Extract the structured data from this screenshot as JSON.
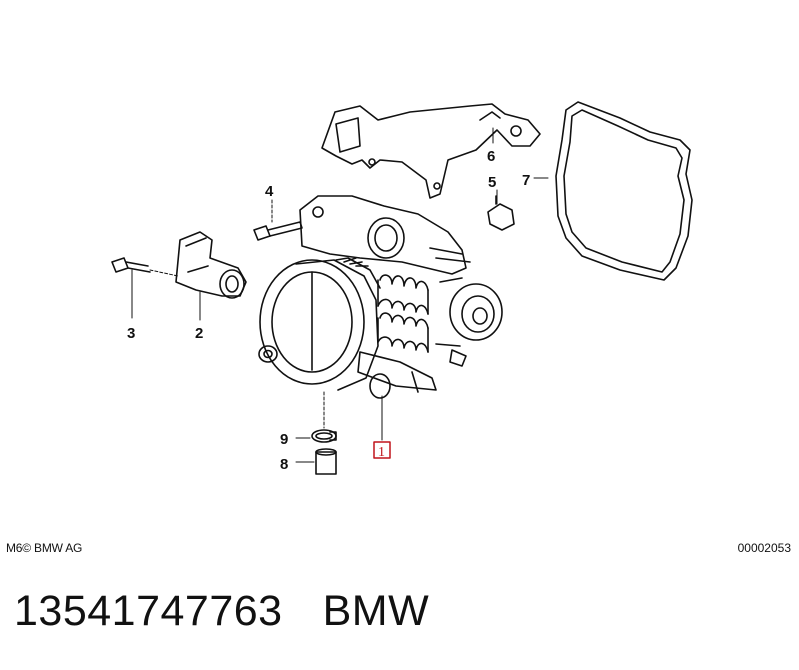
{
  "diagram": {
    "callouts": [
      {
        "id": "1",
        "label": "1",
        "boxed": true
      },
      {
        "id": "2",
        "label": "2"
      },
      {
        "id": "3",
        "label": "3"
      },
      {
        "id": "4",
        "label": "4"
      },
      {
        "id": "5",
        "label": "5"
      },
      {
        "id": "6",
        "label": "6"
      },
      {
        "id": "7",
        "label": "7"
      },
      {
        "id": "8",
        "label": "8"
      },
      {
        "id": "9",
        "label": "9"
      }
    ],
    "box_color": "#c0141c"
  },
  "footer": {
    "copyright": "M6© BMW AG",
    "drawing_number": "00002053"
  },
  "title": {
    "part_number": "13541747763",
    "brand": "BMW"
  }
}
